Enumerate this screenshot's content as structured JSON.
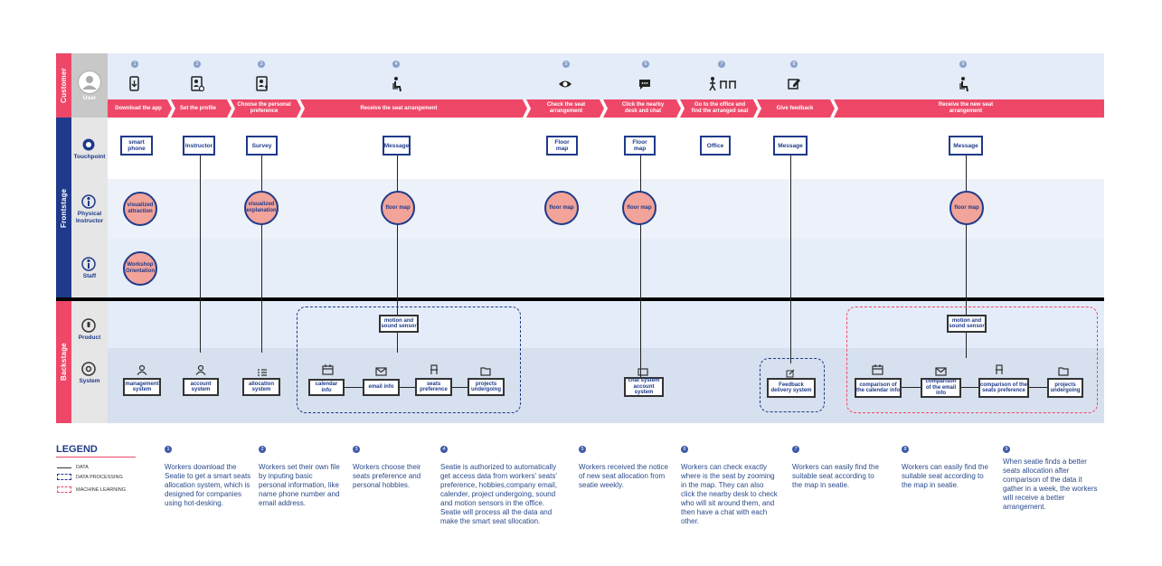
{
  "lanes": {
    "customer": "Customer",
    "frontstage": "Frontstage",
    "backstage": "Backstage"
  },
  "actors": {
    "user": "User",
    "touchpoint": "Touchpoint",
    "physical_instructor": "Physical\nInstructor",
    "staff": "Staff",
    "product": "Product",
    "system": "System"
  },
  "steps": [
    {
      "num": "1",
      "label": "Download the app",
      "icon": "phone-download-icon"
    },
    {
      "num": "2",
      "label": "Set the profile",
      "icon": "profile-settings-icon"
    },
    {
      "num": "3",
      "label": "Choose the personal preference",
      "icon": "profile-heart-icon"
    },
    {
      "num": "4",
      "label": "Receive the seat arrangement",
      "icon": "seated-person-icon"
    },
    {
      "num": "5",
      "label": "Check the seat arrangement",
      "icon": "eye-icon"
    },
    {
      "num": "6",
      "label": "Click the nearby desk and chat",
      "icon": "chat-bubble-icon"
    },
    {
      "num": "7",
      "label": "Go to the office and find the arranged seat",
      "icon": "walk-desk-icon"
    },
    {
      "num": "8",
      "label": "Give feedback",
      "icon": "edit-icon"
    },
    {
      "num": "9",
      "label": "Receive the new seat arrangement",
      "icon": "seated-person-icon"
    }
  ],
  "touchpoints": {
    "smart_phone": "smart phone",
    "instructor": "Instructor",
    "survey": "Survey",
    "message1": "Message",
    "floor_map1": "Floor map",
    "floor_map2": "Floor map",
    "office": "Office",
    "message2": "Message",
    "message3": "Message"
  },
  "physical": {
    "visualized_attraction": "visualized attraction",
    "visualized_explanation": "visualized explanation",
    "floor_map_a": "floor map",
    "floor_map_b": "floor map",
    "floor_map_c": "floor map",
    "floor_map_d": "floor map"
  },
  "staff": {
    "workshop": "Workshop Orientation"
  },
  "product": {
    "sensor1": "motion and sound sensor",
    "sensor2": "motion and sound sensor"
  },
  "system": {
    "management": "management system",
    "account": "account system",
    "allocation": "allocation system",
    "calendar_info": "calendar info",
    "email_info": "email info",
    "seats_preference": "seats preference",
    "projects_undergoing": "projects undergoing",
    "chat_system": "chat system account system",
    "feedback": "Feedback delivery system",
    "cmp_calendar": "comparison of the calendar info",
    "cmp_email": "comparison of the email info",
    "cmp_seats": "comparison of the seats preference",
    "projects_undergoing2": "projects undergoing"
  },
  "legend": {
    "title": "LEGEND",
    "data": "DATA",
    "data_processing": "DATA PROCESSING",
    "machine_learning": "MACHINE LEARNING"
  },
  "descriptions": [
    {
      "num": "1",
      "text": "Workers download the Seatie to get a smart seats allocation system, which is designed for companies using hot-desking."
    },
    {
      "num": "2",
      "text": "Workers set their own file by inputing basic personal information, like name phone number and email address."
    },
    {
      "num": "3",
      "text": "Workers choose their seats preference and personal hobbies."
    },
    {
      "num": "4",
      "text": "Seatie is authorized to automatically get access data from workers' seats' preference, hobbies,company email, calender, project undergoing, sound and motion sensors in the office. Seatie will process all the data and make the smart seat sllocation."
    },
    {
      "num": "5",
      "text": "Workers received the notice of new seat allocation from seatie weekly."
    },
    {
      "num": "6",
      "text": "Workers can check exactly where is the seat by zooming in the map. They can also click the nearby desk to check who will sit around them,  and then have a chat with each other."
    },
    {
      "num": "7",
      "text": "Workers can easily find the suitable seat according to the map in seatie."
    },
    {
      "num": "8",
      "text": "Workers can easily find the suitable seat according to the map in seatie."
    },
    {
      "num": "9",
      "text": "When seatie finds a better seats allocation after comparison of the data it gather in a week, the workers will receive a better arrangement."
    }
  ],
  "colors": {
    "pink": "#ef4768",
    "navy": "#1f3a8a",
    "salmon": "#f2a39a",
    "lane_light": "#e8f0fa"
  }
}
